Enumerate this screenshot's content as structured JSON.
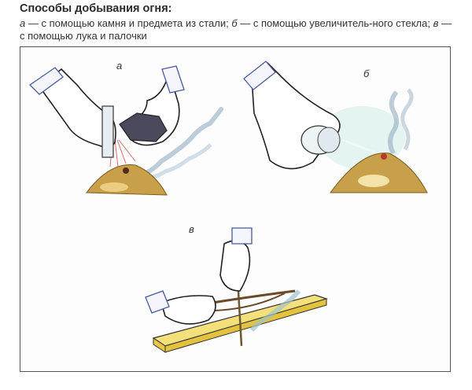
{
  "heading": "Способы добывания огня:",
  "caption": {
    "a_letter": "а",
    "a_text": " — с помощью камня и предмета из стали; ",
    "b_letter": "б",
    "b_text": " — с помощью увеличитель-ного стекла; ",
    "v_letter": "в",
    "v_text": " — с помощью лука и палочки"
  },
  "panels": [
    {
      "label": "а",
      "description": "Hand striking stone against steel over tinder pile; sparks and smoke"
    },
    {
      "label": "б",
      "description": "Hand holding magnifying glass focusing sunlight on smoldering tinder pile"
    },
    {
      "label": "в",
      "description": "Hands using bow drill on wooden board; smoke rising"
    }
  ],
  "colors": {
    "frame": "#555555",
    "tinder": "#c9a04a",
    "smoke": "#9fb7c8",
    "board": "#f3e07a",
    "cuff": "#4a5aa0",
    "light_beam": "#b8e0d8"
  }
}
